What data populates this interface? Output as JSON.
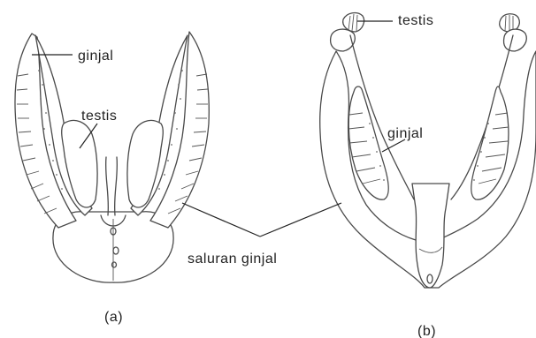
{
  "labels": {
    "a_kidney": "ginjal",
    "a_testis": "testis",
    "b_testis": "testis",
    "b_kidney": "ginjal",
    "ureter": "saluran ginjal"
  },
  "captions": {
    "a": "(a)",
    "b": "(b)"
  },
  "colors": {
    "ink": "#4a4a4a",
    "label": "#222222",
    "background": "#ffffff"
  }
}
